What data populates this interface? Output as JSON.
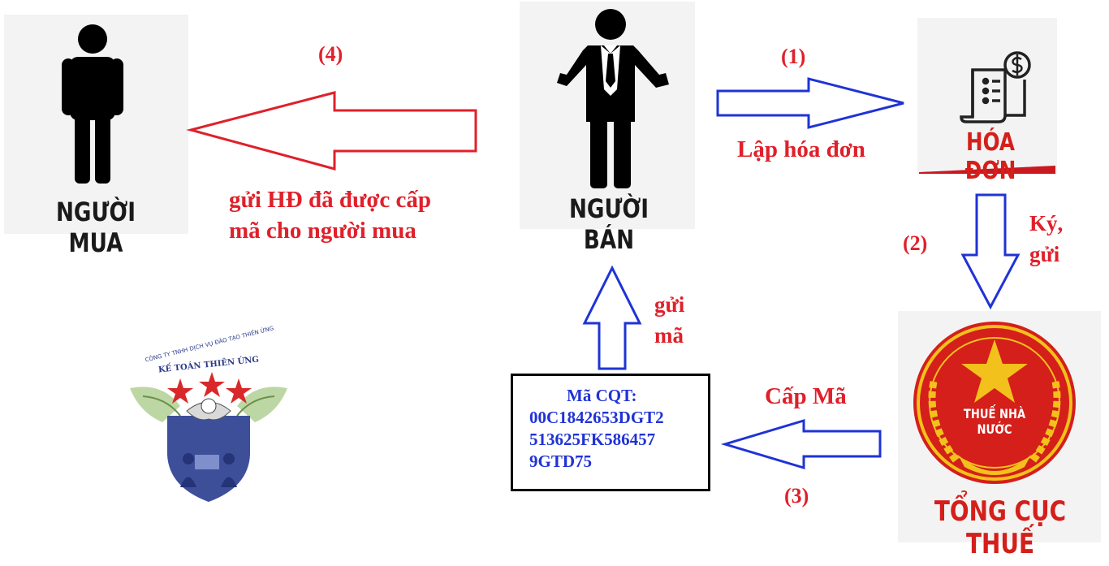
{
  "nodes": {
    "buyer": "NGƯỜI MUA",
    "seller": "NGƯỜI BÁN",
    "invoice": "HÓA ĐƠN",
    "tax": "TỔNG CỤC THUẾ",
    "seal_text": "THUẾ NHÀ NƯỚC"
  },
  "steps": {
    "s1_num": "(1)",
    "s1_label": "Lập hóa đơn",
    "s2_num": "(2)",
    "s2_label_1": "Ký,",
    "s2_label_2": "gửi",
    "s3_num": "(3)",
    "s3_label": "Cấp Mã",
    "s4_num": "(4)",
    "s4_label_1": "gửi HĐ đã được cấp",
    "s4_label_2": "mã cho người mua",
    "send_code_1": "gửi",
    "send_code_2": "mã"
  },
  "code_box": {
    "title": "Mã CQT:",
    "line1": "00C1842653DGT2",
    "line2": "513625FK586457",
    "line3": "9GTD75"
  },
  "logo": {
    "company": "CÔNG TY TNHH DỊCH VỤ ĐÀO TẠO THIÊN ỨNG",
    "brand": "KẾ TOÁN THIÊN ỨNG"
  },
  "colors": {
    "red": "#e0202a",
    "blue": "#1f33d6",
    "panel": "#f3f3f3"
  }
}
